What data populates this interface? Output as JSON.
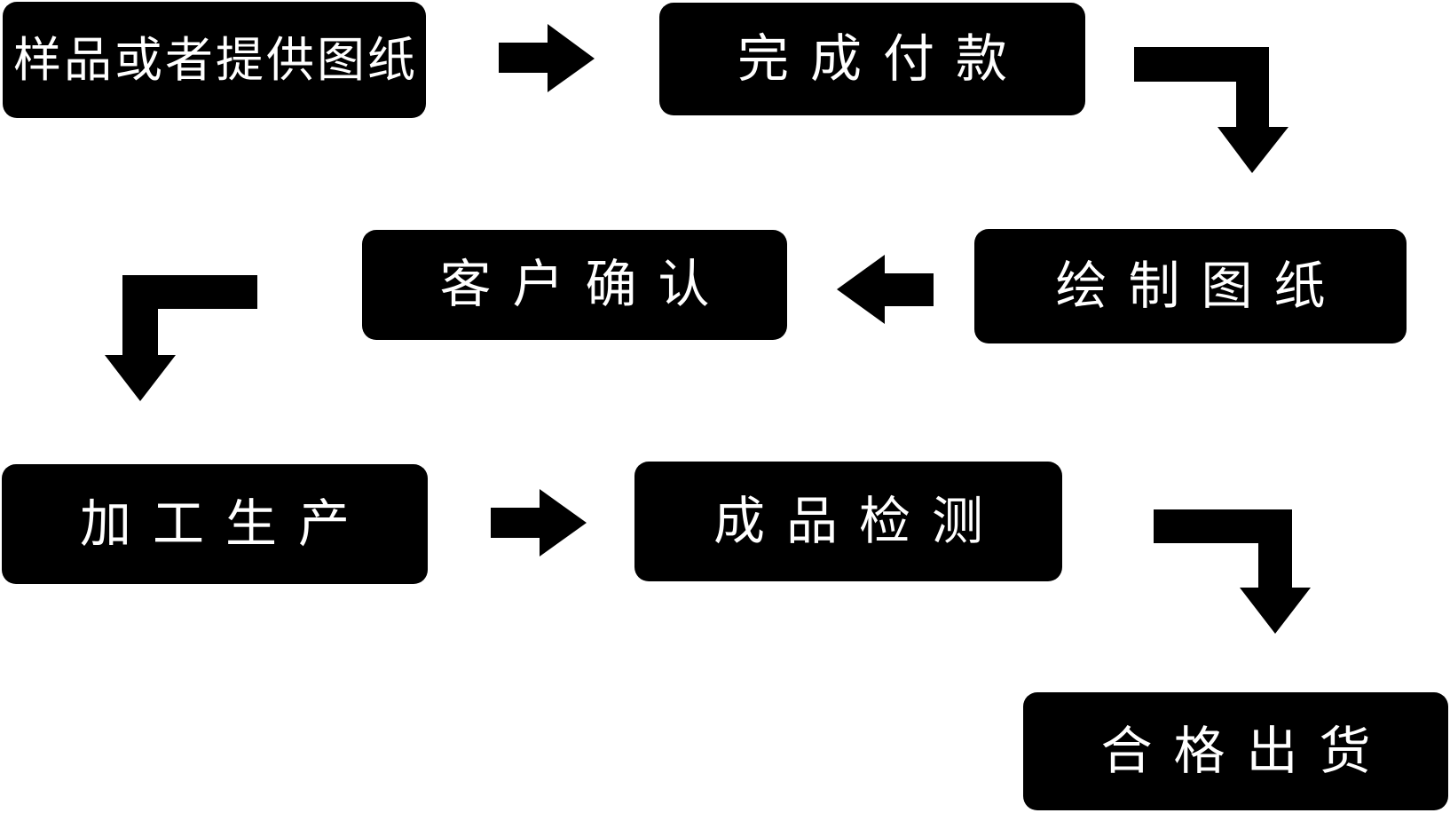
{
  "flowchart": {
    "title": "production-process-flow",
    "nodes": [
      {
        "id": "sample",
        "label": "样品或者提供图纸"
      },
      {
        "id": "payment",
        "label": "完成付款"
      },
      {
        "id": "drawing",
        "label": "绘制图纸"
      },
      {
        "id": "confirm",
        "label": "客户确认"
      },
      {
        "id": "production",
        "label": "加工生产"
      },
      {
        "id": "inspection",
        "label": "成品检测"
      },
      {
        "id": "shipment",
        "label": "合格出货"
      }
    ],
    "edges": [
      {
        "from": "sample",
        "to": "payment",
        "shape": "straight-right"
      },
      {
        "from": "payment",
        "to": "drawing",
        "shape": "elbow-right-down"
      },
      {
        "from": "drawing",
        "to": "confirm",
        "shape": "straight-left"
      },
      {
        "from": "confirm",
        "to": "production",
        "shape": "elbow-left-down"
      },
      {
        "from": "production",
        "to": "inspection",
        "shape": "straight-right"
      },
      {
        "from": "inspection",
        "to": "shipment",
        "shape": "elbow-right-down"
      }
    ],
    "colors": {
      "node_bg": "#000000",
      "node_text": "#ffffff",
      "arrow": "#000000",
      "background": "#ffffff"
    }
  }
}
